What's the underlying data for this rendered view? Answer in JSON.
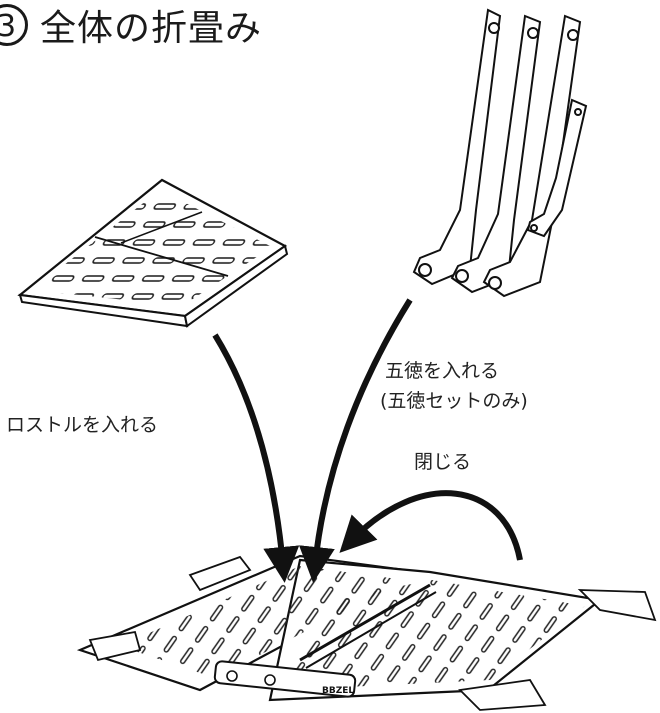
{
  "heading": {
    "number": "3",
    "title": "全体の折畳み"
  },
  "labels": {
    "rostle": "ロストルを入れる",
    "gotoku_line1": "五徳を入れる",
    "gotoku_line2": "(五徳セットのみ)",
    "close": "閉じる"
  },
  "logo_text": "BBZEL"
}
